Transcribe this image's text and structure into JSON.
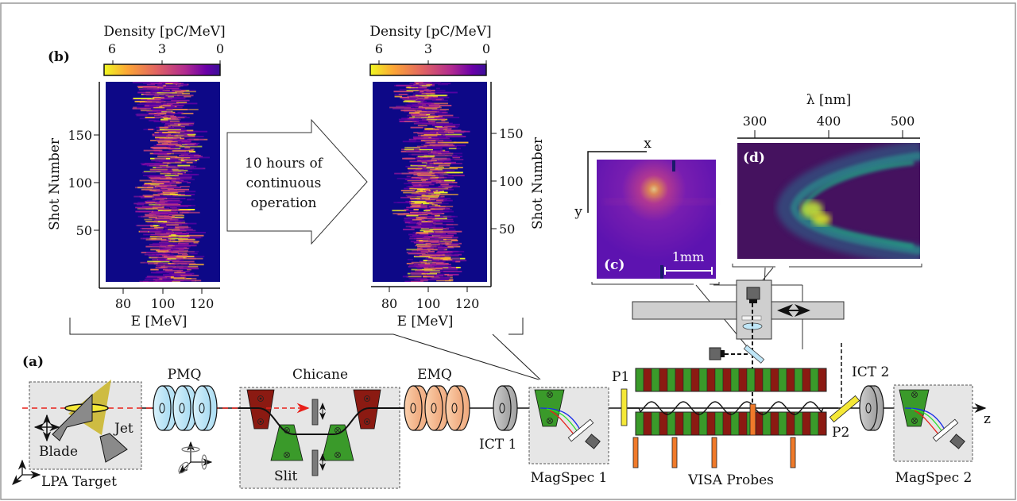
{
  "figure": {
    "panel_labels": {
      "a": "(a)",
      "b": "(b)",
      "c": "(c)",
      "d": "(d)"
    }
  },
  "panel_b": {
    "arrow_text": [
      "10 hours of",
      "continuous",
      "operation"
    ],
    "colorbar": {
      "title": "Density [pC/MeV]",
      "ticks": [
        "6",
        "3",
        "0"
      ],
      "colormap": "plasma",
      "range": [
        6,
        0
      ]
    }
  },
  "chart_data": [
    {
      "type": "heatmap",
      "title": "Electron spectra, start",
      "xlabel": "E [MeV]",
      "ylabel": "Shot Number",
      "xlim": [
        70,
        130
      ],
      "ylim": [
        0,
        200
      ],
      "xticks": [
        "80",
        "100",
        "120"
      ],
      "yticks": [
        "50",
        "100",
        "150"
      ],
      "yaxis_side": "left",
      "colorbar_label": "Density [pC/MeV]",
      "clim": [
        0,
        6
      ],
      "center_energy_mev": 103,
      "spread_mev": 8
    },
    {
      "type": "heatmap",
      "title": "Electron spectra, after 10 hours",
      "xlabel": "E [MeV]",
      "ylabel": "Shot Number",
      "xlim": [
        70,
        130
      ],
      "ylim": [
        0,
        200
      ],
      "xticks": [
        "80",
        "100",
        "120"
      ],
      "yticks": [
        "50",
        "100",
        "150"
      ],
      "yaxis_side": "right",
      "colorbar_label": "Density [pC/MeV]",
      "clim": [
        0,
        6
      ],
      "center_energy_mev": 100,
      "spread_mev": 8
    },
    {
      "type": "heatmap",
      "title": "Transverse beam profile",
      "xlabel": "x",
      "ylabel": "y",
      "scalebar": "1mm",
      "colormap": "plasma"
    },
    {
      "type": "heatmap",
      "title": "VISA spectrum",
      "xlabel": "λ [nm]",
      "xticks": [
        "300",
        "400",
        "500"
      ],
      "xlim": [
        280,
        525
      ],
      "colormap": "viridis"
    }
  ],
  "panel_c": {
    "x_axis": "x",
    "y_axis": "y",
    "scalebar": "1mm"
  },
  "panel_d": {
    "xlabel": "λ [nm]",
    "xticks": [
      "300",
      "400",
      "500"
    ]
  },
  "beamline": {
    "lpa_target": {
      "label": "LPA Target",
      "blade": "Blade",
      "jet": "Jet"
    },
    "pmq": "PMQ",
    "chicane": {
      "label": "Chicane",
      "slit": "Slit"
    },
    "emq": "EMQ",
    "ict1": "ICT 1",
    "magspec1": "MagSpec 1",
    "p1": "P1",
    "visa_probes": "VISA Probes",
    "p2": "P2",
    "ict2": "ICT 2",
    "magspec2": "MagSpec 2",
    "z_axis": "z"
  },
  "colors": {
    "heatmap_bg": "#0d0887",
    "pmq": "#bfe6f7",
    "emq": "#f5b98b",
    "ict": "#b8b8b8",
    "dipole_red": "#8b1a12",
    "dipole_green": "#3a9a2a",
    "probe": "#f07a2a",
    "screen_yellow": "#f5e837",
    "laser": "#e8201a",
    "jet_gas": "#c9b424",
    "box_fill": "#e6e6e6"
  }
}
